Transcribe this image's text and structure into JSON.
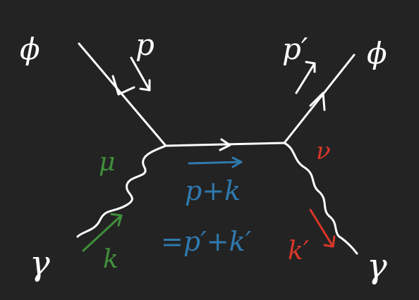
{
  "diagram": {
    "colors": {
      "background": "#232323",
      "white": "#ffffff",
      "green": "#3f8f3a",
      "blue": "#2f79ae",
      "red": "#d9372a"
    },
    "labels": {
      "phi_in": "ϕ",
      "phi_out": "ϕ",
      "gamma_in": "γ",
      "gamma_out": "γ",
      "p": "p",
      "p_prime": "p′",
      "k": "k",
      "k_prime": "k′",
      "mu": "μ",
      "nu": "ν",
      "internal_line1": "p+k",
      "internal_line2": "=p′+k′"
    }
  }
}
